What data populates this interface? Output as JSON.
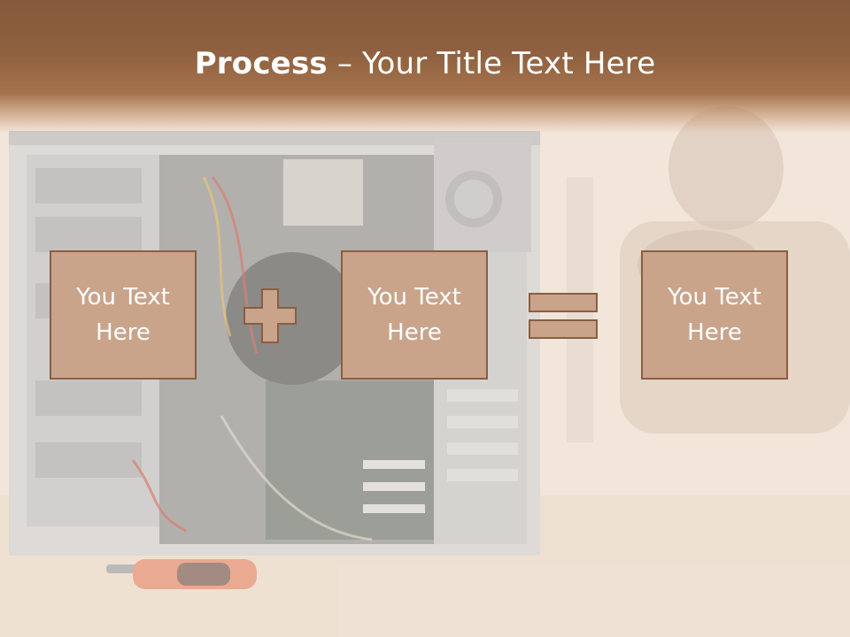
{
  "slide": {
    "title_bold": "Process",
    "title_rest": " – Your Title Text Here"
  },
  "boxes": [
    {
      "text": "You Text\nHere"
    },
    {
      "text": "You Text\nHere"
    },
    {
      "text": "You Text\nHere"
    }
  ],
  "operators": {
    "plus": "plus-icon",
    "equals": "equals-icon"
  },
  "colors": {
    "header": "#8f6140",
    "box_fill": "#c9a48a",
    "box_border": "#8a5e43",
    "title_text": "#ffffff"
  }
}
